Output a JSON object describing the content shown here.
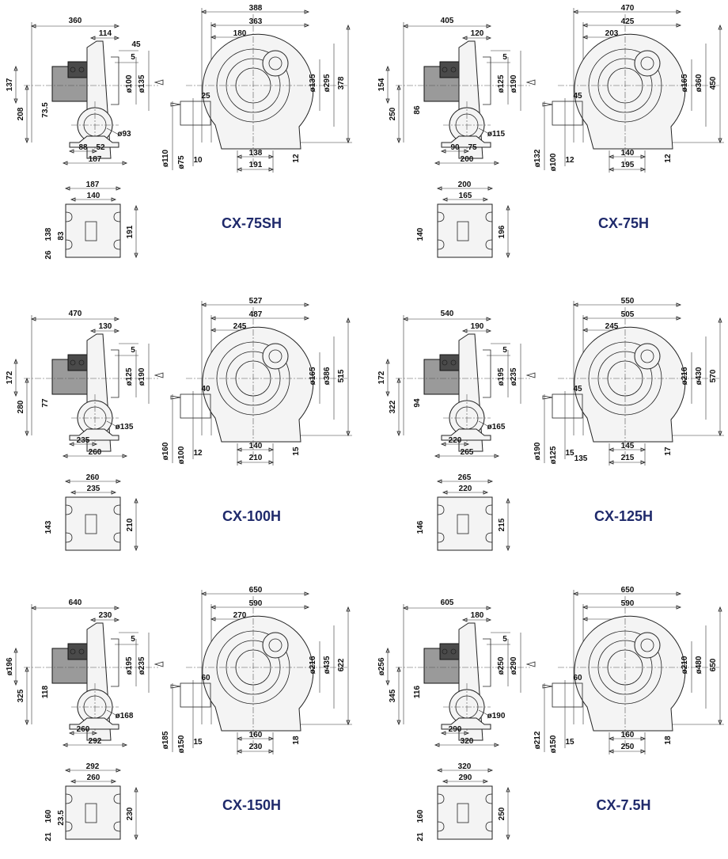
{
  "models": [
    {
      "name": "CX-75SH",
      "side": {
        "len": "360",
        "flange": "114",
        "off5a": "45",
        "off5b": "5",
        "d1": "ø100",
        "d2": "ø135",
        "h1": "137",
        "h2": "208",
        "h3": "73.5",
        "wd": "ø93",
        "b1": "88",
        "b2": "52",
        "b3": "187"
      },
      "front": {
        "w1": "388",
        "w2": "363",
        "w3": "180",
        "d1": "ø135",
        "d2": "ø295",
        "h": "378",
        "t": "25",
        "o1": "ø110",
        "o2": "ø75",
        "s": "10",
        "b1": "138",
        "b2": "191",
        "e": "12"
      },
      "base": {
        "w1": "187",
        "w2": "140",
        "h1": "138",
        "h2": "83",
        "h3": "26",
        "d": "191"
      }
    },
    {
      "name": "CX-75H",
      "side": {
        "len": "405",
        "flange": "120",
        "off5a": "",
        "off5b": "5",
        "d1": "ø125",
        "d2": "ø190",
        "h1": "154",
        "h2": "250",
        "h3": "86",
        "wd": "ø115",
        "b1": "90",
        "b2": "75",
        "b3": "200"
      },
      "front": {
        "w1": "470",
        "w2": "425",
        "w3": "203",
        "d1": "ø165",
        "d2": "ø360",
        "h": "450",
        "t": "45",
        "o1": "ø132",
        "o2": "ø100",
        "s": "12",
        "b1": "140",
        "b2": "195",
        "e": "12"
      },
      "base": {
        "w1": "200",
        "w2": "165",
        "h1": "140",
        "h2": "",
        "h3": "",
        "d": "196"
      }
    },
    {
      "name": "CX-100H",
      "side": {
        "len": "470",
        "flange": "130",
        "off5a": "",
        "off5b": "5",
        "d1": "ø125",
        "d2": "ø190",
        "h1": "172",
        "h2": "280",
        "h3": "77",
        "wd": "ø135",
        "b1": "235",
        "b2": "",
        "b3": "260"
      },
      "front": {
        "w1": "527",
        "w2": "487",
        "w3": "245",
        "d1": "ø165",
        "d2": "ø386",
        "h": "515",
        "t": "40",
        "o1": "ø160",
        "o2": "ø100",
        "s": "12",
        "b1": "140",
        "b2": "210",
        "e": "15"
      },
      "base": {
        "w1": "260",
        "w2": "235",
        "h1": "143",
        "h2": "",
        "h3": "",
        "d": "210"
      }
    },
    {
      "name": "CX-125H",
      "side": {
        "len": "540",
        "flange": "190",
        "off5a": "",
        "off5b": "5",
        "d1": "ø195",
        "d2": "ø235",
        "h1": "172",
        "h2": "322",
        "h3": "94",
        "wd": "ø165",
        "b1": "220",
        "b2": "",
        "b3": "265"
      },
      "front": {
        "w1": "550",
        "w2": "505",
        "w3": "245",
        "d1": "ø216",
        "d2": "ø430",
        "h": "570",
        "t": "45",
        "o1": "ø190",
        "o2": "ø125",
        "s": "15",
        "b1": "145",
        "b2": "215",
        "e": "17",
        "x": "135"
      },
      "base": {
        "w1": "265",
        "w2": "220",
        "h1": "146",
        "h2": "",
        "h3": "",
        "d": "215"
      }
    },
    {
      "name": "CX-150H",
      "side": {
        "len": "640",
        "flange": "230",
        "off5a": "",
        "off5b": "5",
        "d1": "ø195",
        "d2": "ø235",
        "h1": "ø196",
        "h2": "325",
        "h3": "118",
        "wd": "ø168",
        "b1": "260",
        "b2": "",
        "b3": "292"
      },
      "front": {
        "w1": "650",
        "w2": "590",
        "w3": "270",
        "d1": "ø216",
        "d2": "ø435",
        "h": "622",
        "t": "60",
        "o1": "ø185",
        "o2": "ø150",
        "s": "15",
        "b1": "160",
        "b2": "230",
        "e": "18"
      },
      "base": {
        "w1": "292",
        "w2": "260",
        "h1": "160",
        "h2": "23.5",
        "h3": "21",
        "d": "230"
      }
    },
    {
      "name": "CX-7.5H",
      "side": {
        "len": "605",
        "flange": "180",
        "off5a": "",
        "off5b": "5",
        "d1": "ø250",
        "d2": "ø290",
        "h1": "ø256",
        "h2": "345",
        "h3": "116",
        "wd": "ø190",
        "b1": "290",
        "b2": "",
        "b3": "320"
      },
      "front": {
        "w1": "650",
        "w2": "590",
        "w3": "",
        "d1": "ø210",
        "d2": "ø480",
        "h": "650",
        "t": "60",
        "o1": "ø212",
        "o2": "ø150",
        "s": "15",
        "b1": "160",
        "b2": "250",
        "e": "18"
      },
      "base": {
        "w1": "320",
        "w2": "290",
        "h1": "160",
        "h2": "",
        "h3": "21",
        "d": "250"
      }
    }
  ]
}
